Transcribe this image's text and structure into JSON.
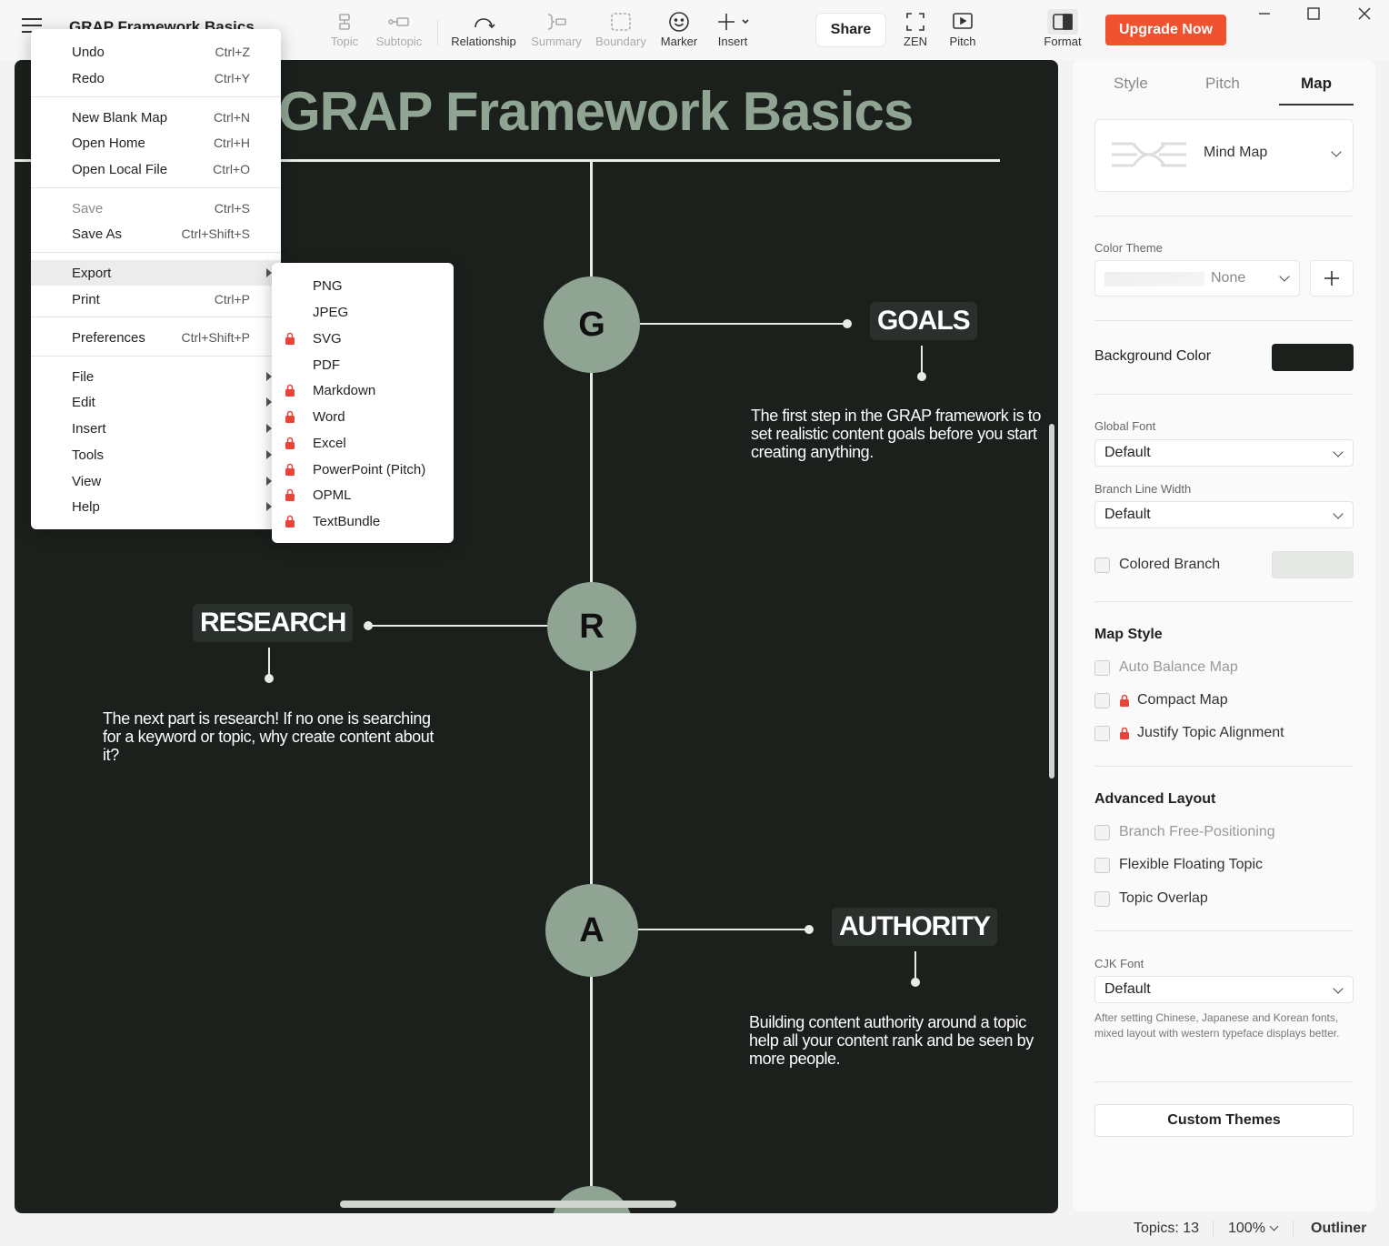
{
  "app": {
    "doc_title": "GRAP Framework Basics"
  },
  "toolbar": {
    "topic": "Topic",
    "subtopic": "Subtopic",
    "relationship": "Relationship",
    "summary": "Summary",
    "boundary": "Boundary",
    "marker": "Marker",
    "insert": "Insert",
    "share": "Share",
    "zen": "ZEN",
    "pitch": "Pitch",
    "format": "Format",
    "upgrade": "Upgrade Now"
  },
  "menu": {
    "items": [
      {
        "label": "Undo",
        "shortcut": "Ctrl+Z"
      },
      {
        "label": "Redo",
        "shortcut": "Ctrl+Y"
      },
      {
        "label": "New Blank Map",
        "shortcut": "Ctrl+N"
      },
      {
        "label": "Open Home",
        "shortcut": "Ctrl+H"
      },
      {
        "label": "Open Local File",
        "shortcut": "Ctrl+O"
      },
      {
        "label": "Save",
        "shortcut": "Ctrl+S"
      },
      {
        "label": "Save As",
        "shortcut": "Ctrl+Shift+S"
      },
      {
        "label": "Export",
        "shortcut": ""
      },
      {
        "label": "Print",
        "shortcut": "Ctrl+P"
      },
      {
        "label": "Preferences",
        "shortcut": "Ctrl+Shift+P"
      },
      {
        "label": "File",
        "shortcut": ""
      },
      {
        "label": "Edit",
        "shortcut": ""
      },
      {
        "label": "Insert",
        "shortcut": ""
      },
      {
        "label": "Tools",
        "shortcut": ""
      },
      {
        "label": "View",
        "shortcut": ""
      },
      {
        "label": "Help",
        "shortcut": ""
      }
    ]
  },
  "export_menu": {
    "items": [
      {
        "label": "PNG",
        "locked": false
      },
      {
        "label": "JPEG",
        "locked": false
      },
      {
        "label": "SVG",
        "locked": true
      },
      {
        "label": "PDF",
        "locked": false
      },
      {
        "label": "Markdown",
        "locked": true
      },
      {
        "label": "Word",
        "locked": true
      },
      {
        "label": "Excel",
        "locked": true
      },
      {
        "label": "PowerPoint (Pitch)",
        "locked": true
      },
      {
        "label": "OPML",
        "locked": true
      },
      {
        "label": "TextBundle",
        "locked": true
      }
    ]
  },
  "map": {
    "title": "GRAP Framework Basics",
    "nodes": [
      {
        "letter": "G",
        "label": "GOALS",
        "note": "The first step in the GRAP framework is to set realistic content goals before you start creating anything."
      },
      {
        "letter": "R",
        "label": "RESEARCH",
        "note": "The next part is research! If no one is searching for a keyword or topic, why create content about it?"
      },
      {
        "letter": "A",
        "label": "AUTHORITY",
        "note": "Building content authority around a topic help all your content rank and be seen by more people."
      }
    ],
    "colors": {
      "background": "#1b201c",
      "node": "#8fa493",
      "line": "#e8ece8"
    }
  },
  "panel": {
    "tabs": [
      "Style",
      "Pitch",
      "Map"
    ],
    "active_tab": "Map",
    "layout": "Mind Map",
    "color_theme_label": "Color Theme",
    "color_theme_value": "None",
    "background_color_label": "Background Color",
    "background_color": "#1b201c",
    "global_font_label": "Global Font",
    "global_font_value": "Default",
    "branch_line_width_label": "Branch Line Width",
    "branch_line_width_value": "Default",
    "colored_branch_label": "Colored Branch",
    "map_style_title": "Map Style",
    "auto_balance": "Auto Balance Map",
    "compact_map": "Compact Map",
    "justify_topic": "Justify Topic Alignment",
    "advanced_layout_title": "Advanced Layout",
    "branch_free": "Branch Free-Positioning",
    "flexible_floating": "Flexible Floating Topic",
    "topic_overlap": "Topic Overlap",
    "cjk_font_label": "CJK Font",
    "cjk_font_value": "Default",
    "cjk_note": "After setting Chinese, Japanese and Korean fonts, mixed layout with western typeface displays better.",
    "custom_themes": "Custom Themes"
  },
  "status": {
    "topics": "Topics: 13",
    "zoom": "100%",
    "outliner": "Outliner"
  },
  "icons": {
    "menu": "hamburger-icon",
    "lock": "lock-icon",
    "submenu": "chevron-right-icon"
  },
  "accent_color": "#f0512e"
}
